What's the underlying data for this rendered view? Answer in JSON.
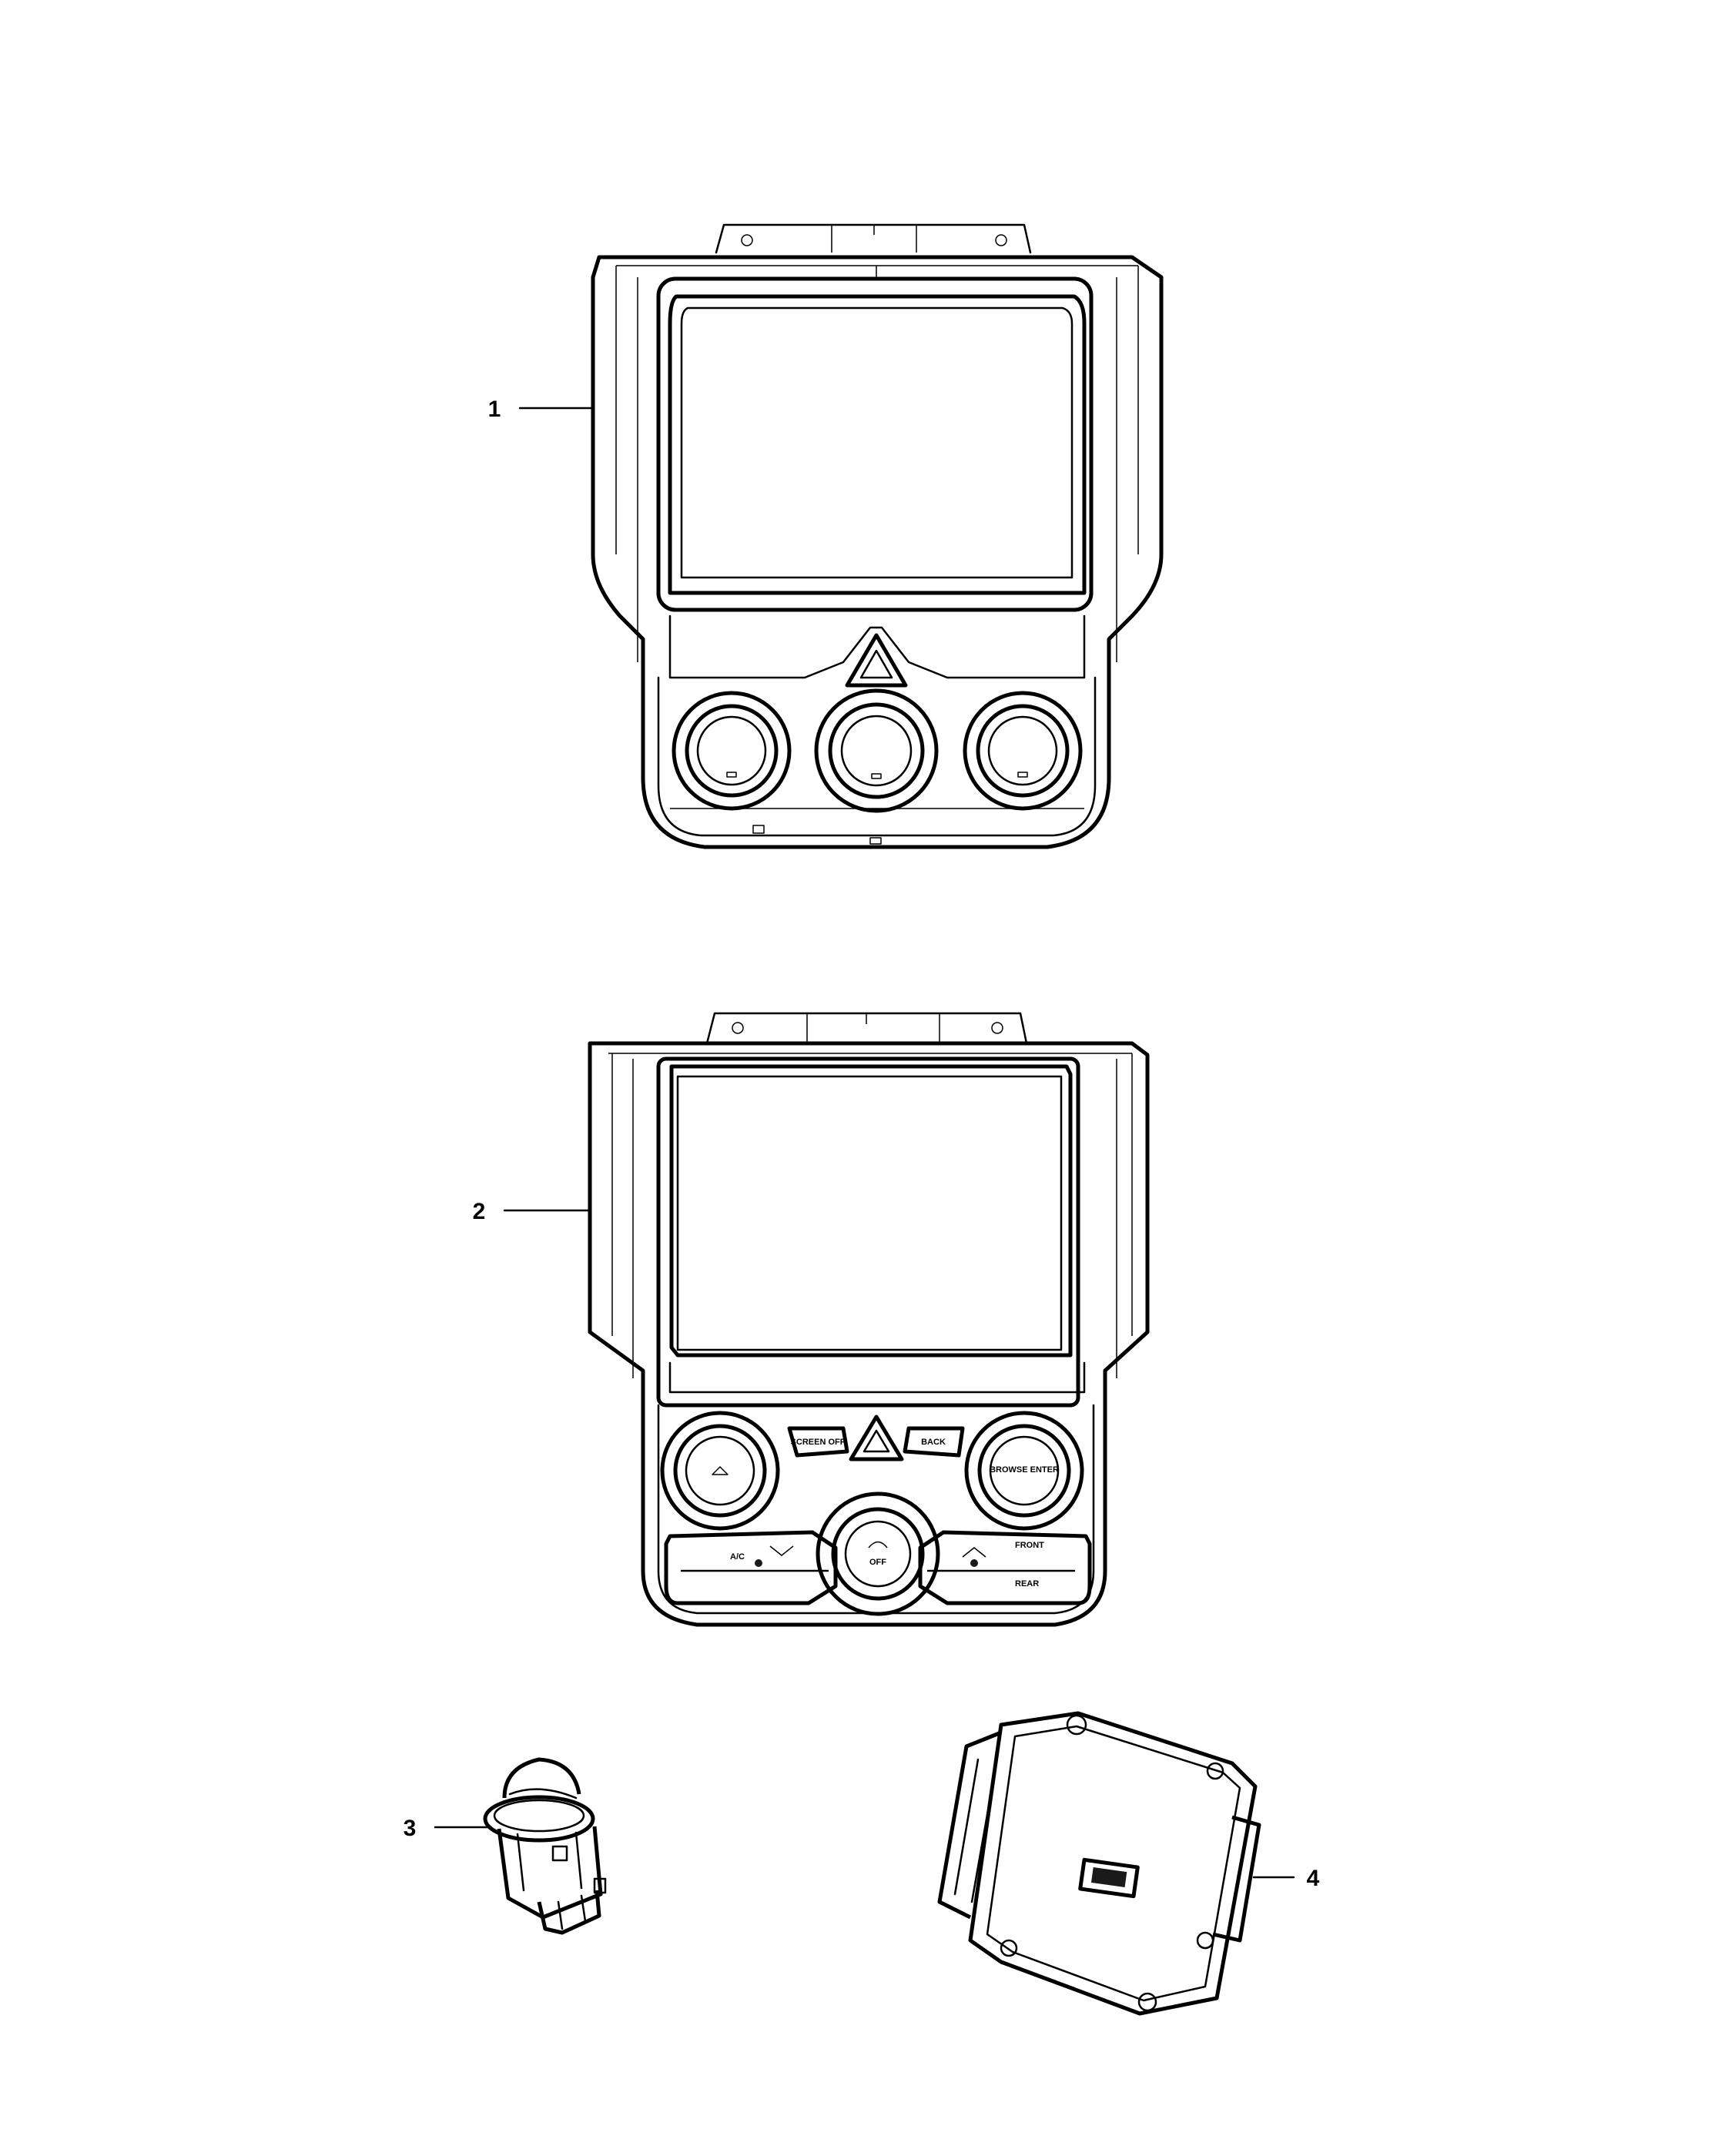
{
  "callouts": [
    {
      "id": "part-1",
      "label": "1"
    },
    {
      "id": "part-2",
      "label": "2"
    },
    {
      "id": "part-3",
      "label": "3"
    },
    {
      "id": "part-4",
      "label": "4"
    }
  ],
  "panel2_labels": {
    "screen_off": "SCREEN OFF",
    "back": "BACK",
    "browse_enter": "BROWSE ENTER",
    "ac": "A/C",
    "fan_off": "OFF",
    "front": "FRONT",
    "rear": "REAR"
  }
}
